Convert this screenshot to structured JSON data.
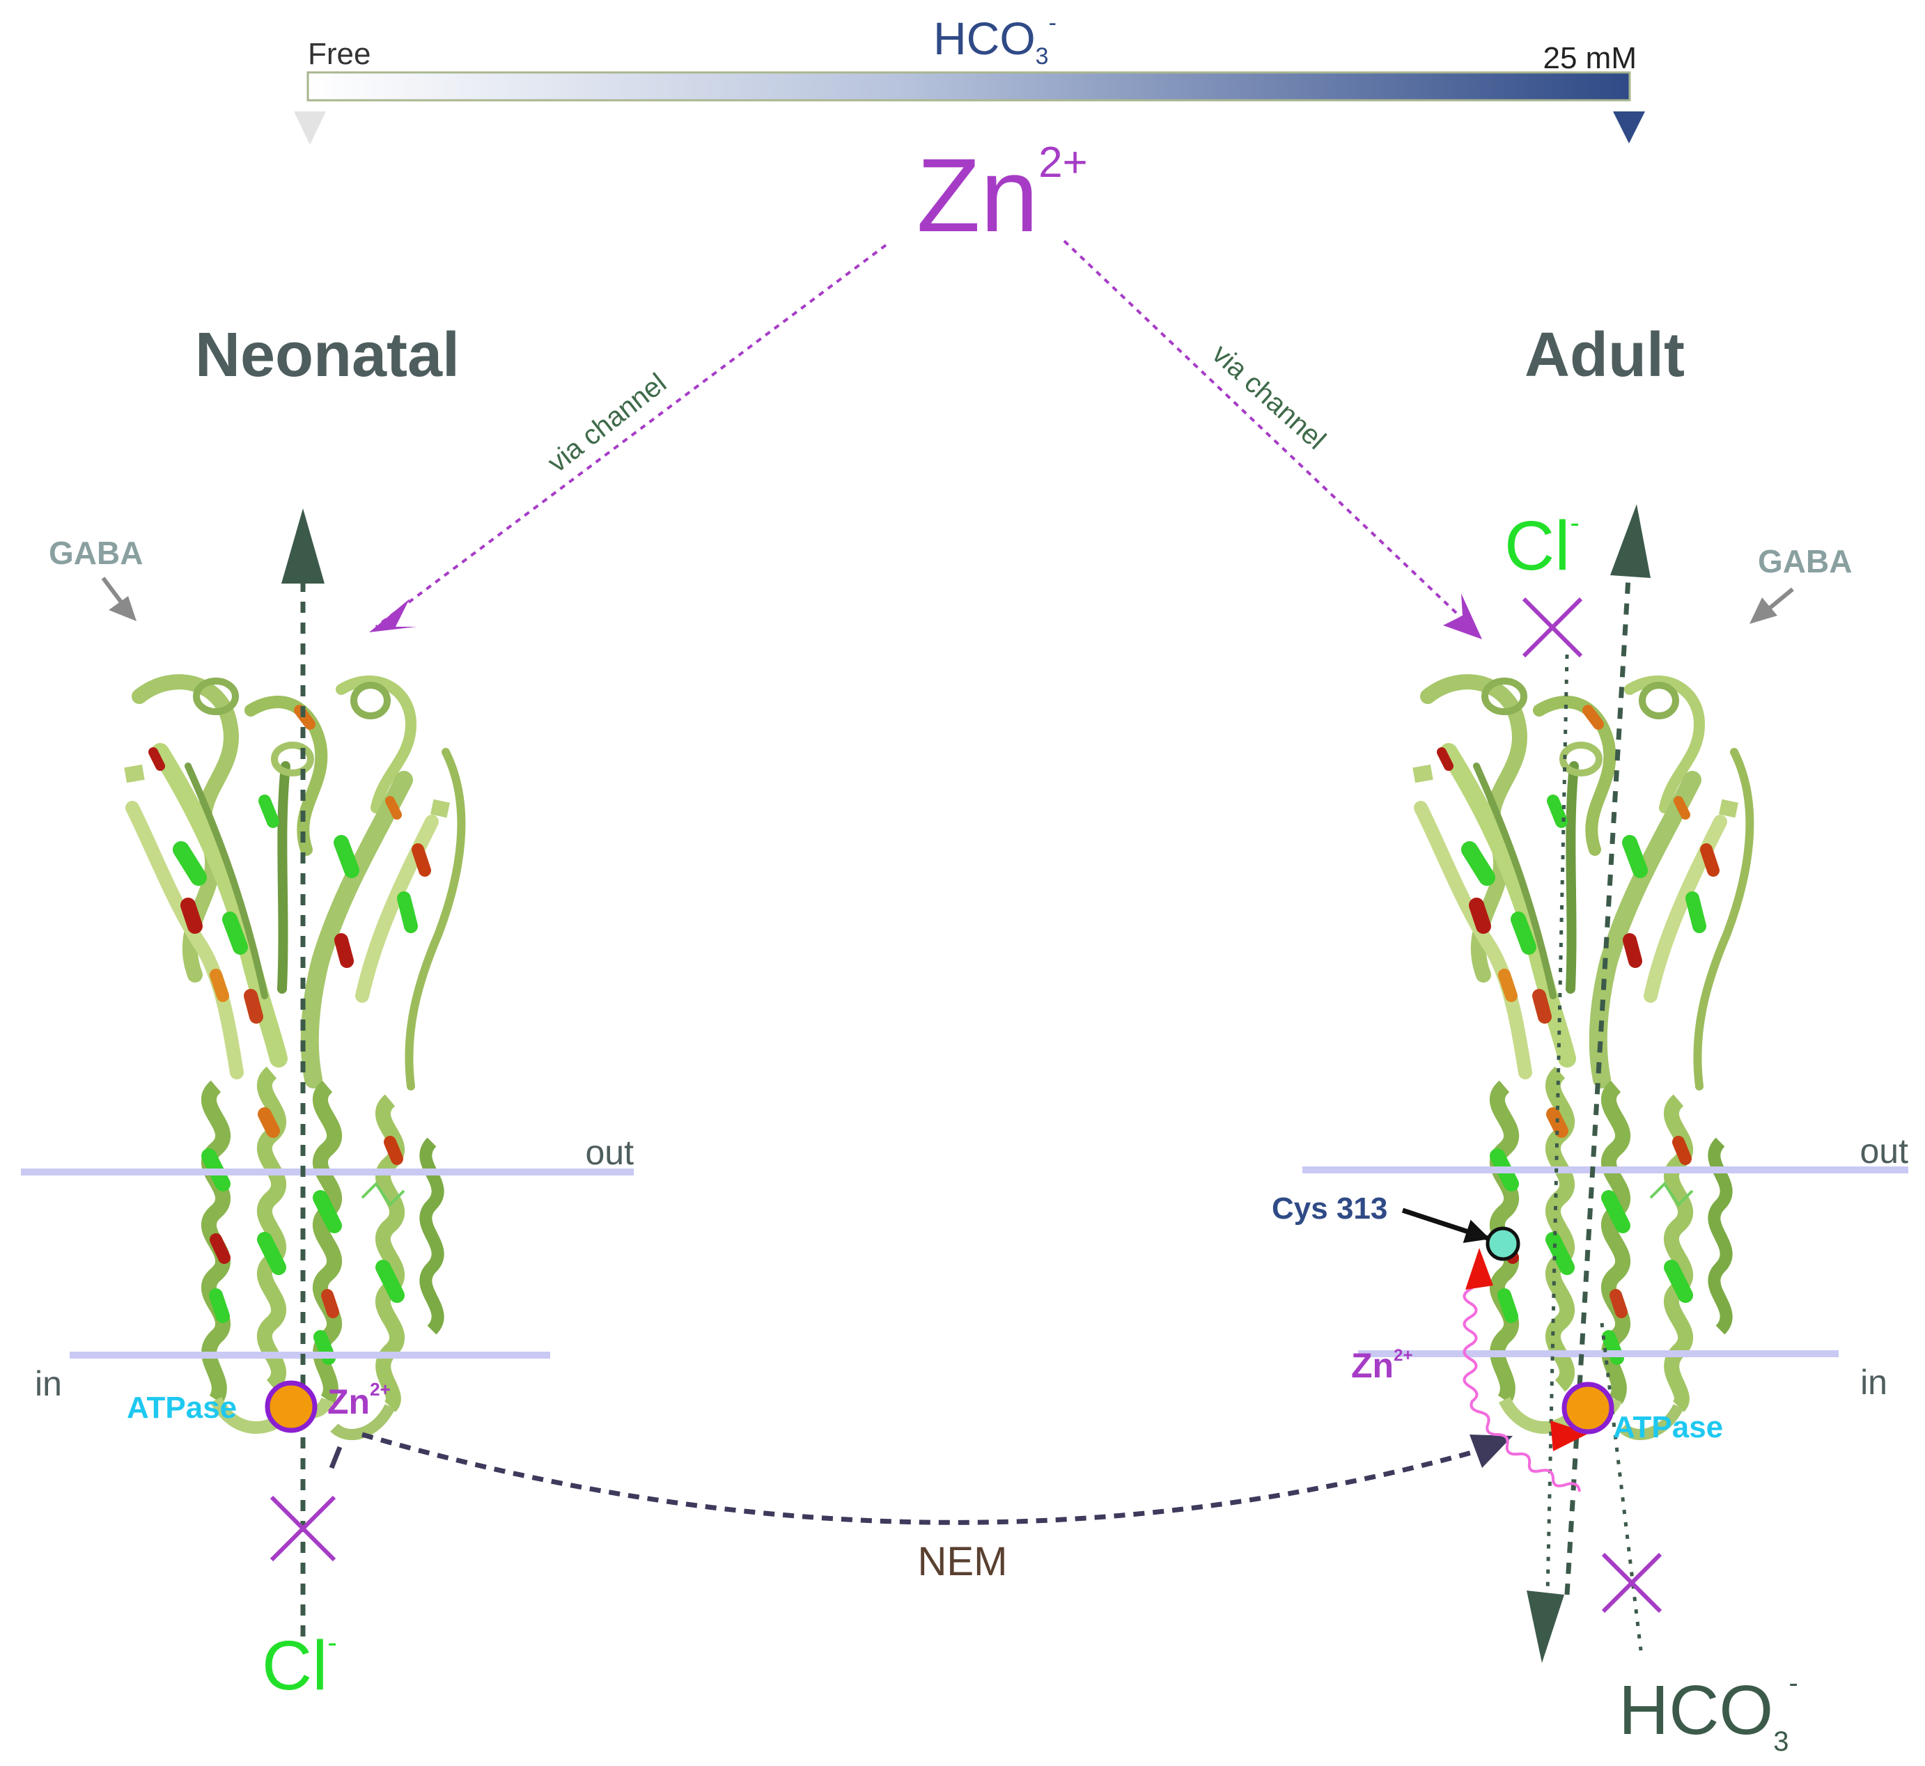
{
  "gradient_bar": {
    "left_label": "Free",
    "right_label": "25 mM",
    "ion_base": "HCO",
    "ion_sub": "3",
    "ion_sup": "-",
    "color_start": "#ffffff",
    "color_end": "#2f4a86"
  },
  "zinc": {
    "base": "Zn",
    "sup": "2+"
  },
  "via_left": "via channel",
  "via_right": "via channel",
  "neonatal": {
    "title": "Neonatal",
    "gaba": "GABA",
    "out_label": "out",
    "in_label": "in",
    "atpase": "ATPase",
    "zn_base": "Zn",
    "zn_sup": "2+",
    "cl_base": "Cl",
    "cl_sup": "-"
  },
  "adult": {
    "title": "Adult",
    "gaba": "GABA",
    "out_label": "out",
    "in_label": "in",
    "atpase": "ATPase",
    "cys": "Cys 313",
    "zn_base": "Zn",
    "zn_sup": "2+",
    "cl_base": "Cl",
    "cl_sup": "-",
    "hco_base": "HCO",
    "hco_sub": "3",
    "hco_sup": "-"
  },
  "nem": "NEM",
  "colors": {
    "zinc_purple": "#a63cc6",
    "chloride_green": "#22e02a",
    "flux_dark_green": "#3c5a4a",
    "membrane": "#c9c9f4",
    "nem_arrow": "#3d3a5c",
    "atpase_cyan": "#1ec8f0",
    "atpase_dot": "#f29a0c",
    "cys_dot": "#6fe3c7",
    "title_gray": "#4e5d5d",
    "gaba_gray": "#8aa0a0",
    "arrow_red": "#e8140c"
  }
}
